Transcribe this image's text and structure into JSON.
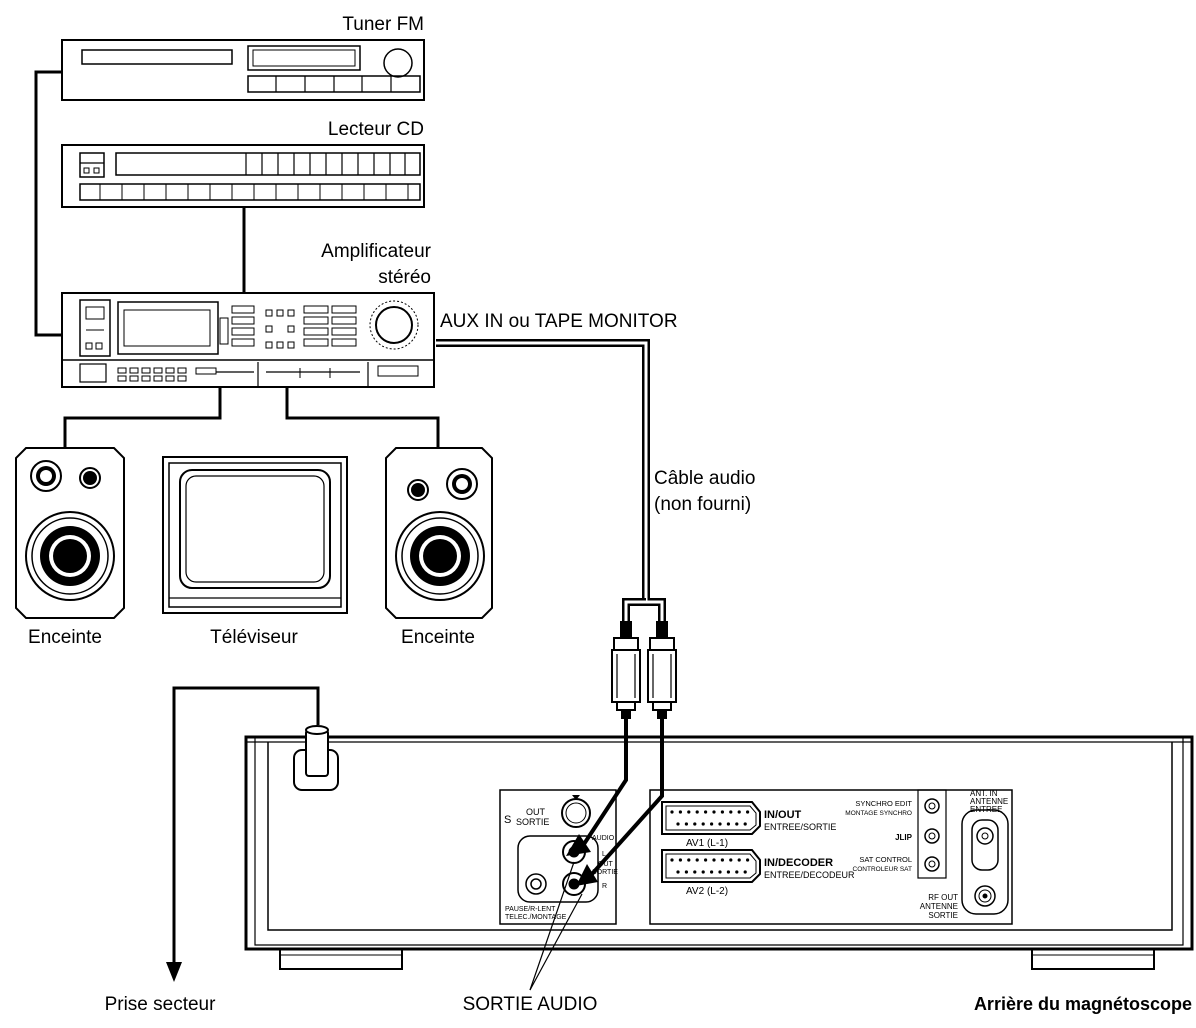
{
  "labels": {
    "tuner": "Tuner FM",
    "cd_player": "Lecteur CD",
    "amplifier_line1": "Amplificateur",
    "amplifier_line2": "stéréo",
    "aux_in": "AUX IN ou TAPE MONITOR",
    "speaker_left": "Enceinte",
    "tv": "Téléviseur",
    "speaker_right": "Enceinte",
    "cable_line1": "Câble audio",
    "cable_line2": "(non fourni)",
    "power_outlet": "Prise secteur",
    "audio_out": "SORTIE AUDIO",
    "vcr_rear": "Arrière du magnétoscope"
  },
  "vcr_panel": {
    "s_out": "S",
    "s_out_line1": "OUT",
    "s_out_line2": "SORTIE",
    "audio_tag": "AUDIO",
    "out_l": "L",
    "out_label_1": "OUT",
    "out_label_2": "SORTIE",
    "out_r": "R",
    "pause_1": "PAUSE/R-LENT",
    "pause_2": "TELEC./MONTAGE",
    "av1_main": "IN/OUT",
    "av1_sub": "ENTREE/SORTIE",
    "av1_name": "AV1 (L-1)",
    "av2_main": "IN/DECODER",
    "av2_sub": "ENTREE/DECODEUR",
    "av2_name": "AV2 (L-2)",
    "synchro_1": "SYNCHRO EDIT",
    "synchro_2": "MONTAGE SYNCHRO",
    "jlip": "JLIP",
    "sat_1": "SAT CONTROL",
    "sat_2": "CONTROLEUR SAT",
    "ant_in_1": "ANT. IN",
    "ant_in_2": "ANTENNE",
    "ant_in_3": "ENTREE",
    "rf_out_1": "RF OUT",
    "rf_out_2": "ANTENNE",
    "rf_out_3": "SORTIE"
  }
}
